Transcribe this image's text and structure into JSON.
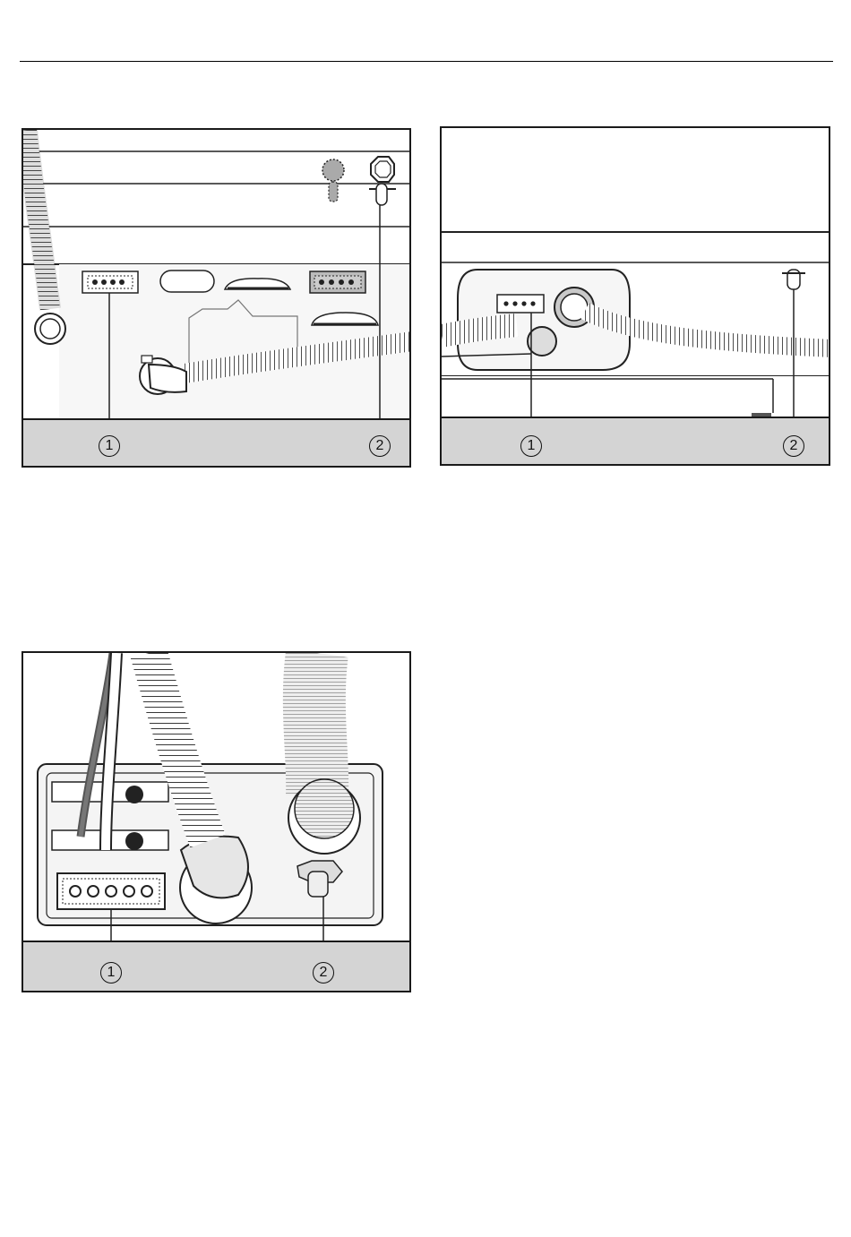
{
  "figures": [
    {
      "callouts": [
        "1",
        "2"
      ]
    },
    {
      "callouts": [
        "1",
        "2"
      ]
    },
    {
      "callouts": [
        "1",
        "2"
      ]
    }
  ],
  "colors": {
    "line": "#1a1a1a",
    "caption_band": "#d4d4d4",
    "device_fill": "#f2f2f2"
  },
  "icons": [
    "corrugated-hose-icon",
    "socket-connector-icon",
    "tap-fitting-icon",
    "valve-fitting-icon"
  ]
}
